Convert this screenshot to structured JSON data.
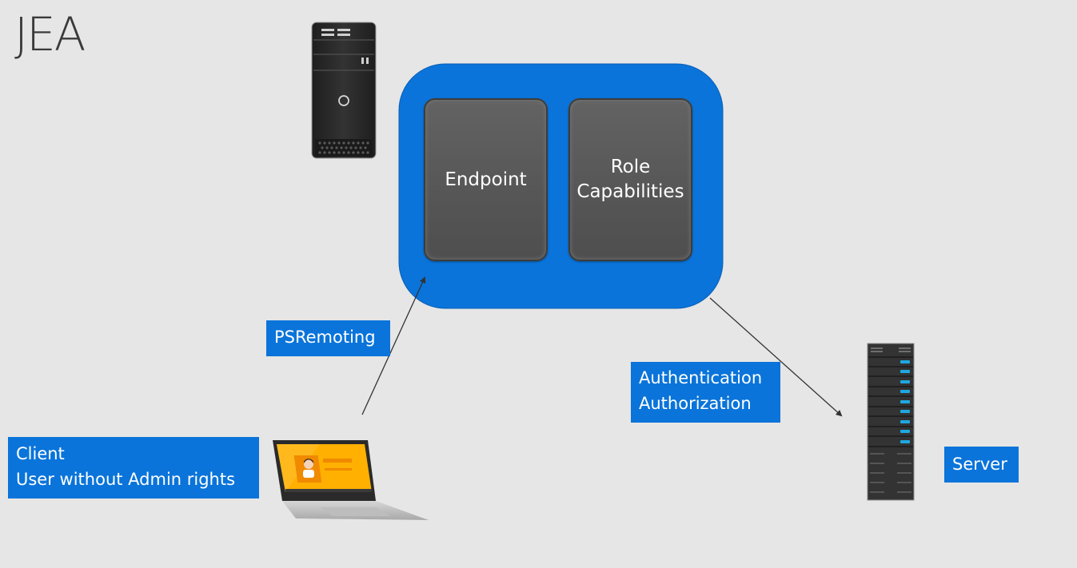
{
  "title": "JEA",
  "endpoint": {
    "label": "Endpoint"
  },
  "role_capabilities": {
    "line1": "Role",
    "line2": "Capabilities"
  },
  "psremoting": {
    "label": "PSRemoting"
  },
  "auth": {
    "line1": "Authentication",
    "line2": "Authorization"
  },
  "client": {
    "line1": "Client",
    "line2": "User without Admin rights"
  },
  "server": {
    "label": "Server"
  },
  "colors": {
    "background": "#e6e6e6",
    "accent_blue": "#0a74da",
    "tile_gray": "#5a5a5a",
    "tower_black": "#2b2b2b",
    "screen_orange": "#ffb000",
    "server_led": "#1ea8e0"
  },
  "icons": {
    "tower": "desktop-tower-icon",
    "laptop": "laptop-icon",
    "server": "server-rack-icon"
  }
}
